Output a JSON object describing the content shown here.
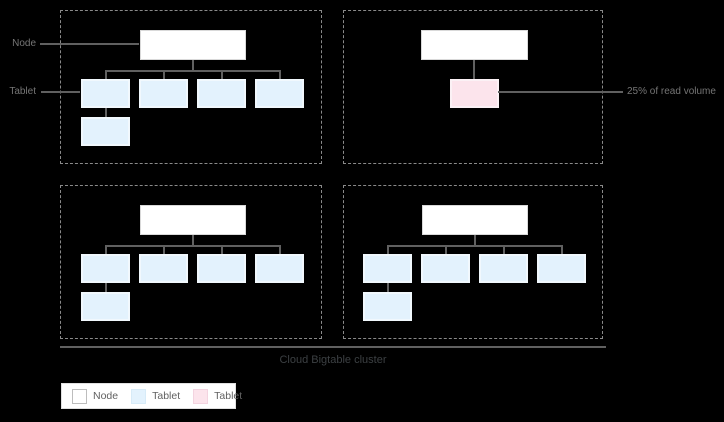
{
  "colors": {
    "background": "#000000",
    "node_fill": "#ffffff",
    "node_border": "#d9d9d9",
    "tablet_blue_fill": "#e3f2fd",
    "tablet_blue_border": "#f1f8fd",
    "tablet_pink_fill": "#fce4ec",
    "tablet_pink_border": "#fbf1f5",
    "connector": "#606060",
    "dashed_border": "#8a8a8a",
    "label_text": "#757575",
    "caption_text": "#3c4043",
    "legend_bg": "#ffffff",
    "legend_border": "#e0e0e0",
    "legend_text": "#616161"
  },
  "labels": {
    "node_callout": "Node",
    "tablet_callout": "Tablet",
    "read_volume_callout": "25% of read volume",
    "caption": "Cloud Bigtable cluster"
  },
  "legend": {
    "items": [
      {
        "label": "Node",
        "type": "node"
      },
      {
        "label": "Tablet",
        "type": "tablet-blue"
      },
      {
        "label": "Tablet",
        "type": "tablet-pink"
      }
    ]
  }
}
